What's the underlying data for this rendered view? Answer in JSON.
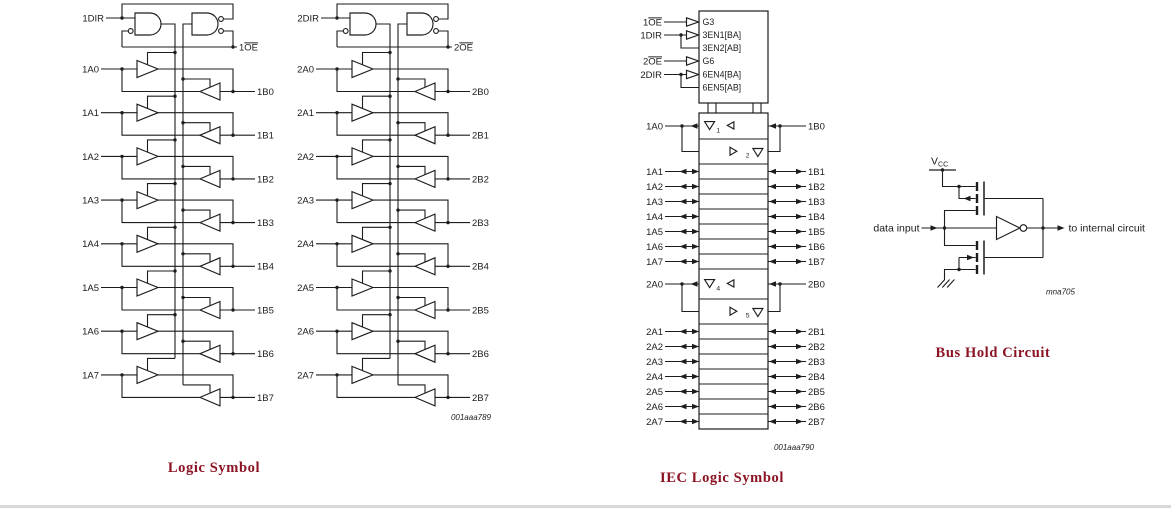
{
  "colors": {
    "line": "#1d1d1d",
    "caption": "#8b1323",
    "bottom_strip": "#d9d9d9"
  },
  "figures": {
    "logic_symbol": {
      "caption": "Logic Symbol",
      "code_label": "001aaa789",
      "blocks": [
        {
          "dir_label": "1DIR",
          "oe_prefix": "1",
          "oe_text": "OE",
          "channels": [
            {
              "a": "1A0",
              "b": "1B0"
            },
            {
              "a": "1A1",
              "b": "1B1"
            },
            {
              "a": "1A2",
              "b": "1B2"
            },
            {
              "a": "1A3",
              "b": "1B3"
            },
            {
              "a": "1A4",
              "b": "1B4"
            },
            {
              "a": "1A5",
              "b": "1B5"
            },
            {
              "a": "1A6",
              "b": "1B6"
            },
            {
              "a": "1A7",
              "b": "1B7"
            }
          ]
        },
        {
          "dir_label": "2DIR",
          "oe_prefix": "2",
          "oe_text": "OE",
          "channels": [
            {
              "a": "2A0",
              "b": "2B0"
            },
            {
              "a": "2A1",
              "b": "2B1"
            },
            {
              "a": "2A2",
              "b": "2B2"
            },
            {
              "a": "2A3",
              "b": "2B3"
            },
            {
              "a": "2A4",
              "b": "2B4"
            },
            {
              "a": "2A5",
              "b": "2B5"
            },
            {
              "a": "2A6",
              "b": "2B6"
            },
            {
              "a": "2A7",
              "b": "2B7"
            }
          ]
        }
      ]
    },
    "iec_logic_symbol": {
      "caption": "IEC Logic Symbol",
      "code_label": "001aaa790",
      "control_groups": [
        {
          "oe_label_prefix": "1",
          "oe_label_text": "OE",
          "oe_inner": "G3",
          "dir_label": "1DIR",
          "dir_inner": "3EN1[BA]",
          "bypass_inner": "3EN2[AB]"
        },
        {
          "oe_label_prefix": "2",
          "oe_label_text": "OE",
          "oe_inner": "G6",
          "dir_label": "2DIR",
          "dir_inner": "6EN4[BA]",
          "bypass_inner": "6EN5[AB]"
        }
      ],
      "cells": [
        {
          "a": "1A0",
          "b": "1B0",
          "amp_ba_num": "1",
          "amp_ab_num": "2",
          "rows": [
            {
              "a": "1A1",
              "b": "1B1"
            },
            {
              "a": "1A2",
              "b": "1B2"
            },
            {
              "a": "1A3",
              "b": "1B3"
            },
            {
              "a": "1A4",
              "b": "1B4"
            },
            {
              "a": "1A5",
              "b": "1B5"
            },
            {
              "a": "1A6",
              "b": "1B6"
            },
            {
              "a": "1A7",
              "b": "1B7"
            }
          ]
        },
        {
          "a": "2A0",
          "b": "2B0",
          "amp_ba_num": "4",
          "amp_ab_num": "5",
          "rows": [
            {
              "a": "2A1",
              "b": "2B1"
            },
            {
              "a": "2A2",
              "b": "2B2"
            },
            {
              "a": "2A3",
              "b": "2B3"
            },
            {
              "a": "2A4",
              "b": "2B4"
            },
            {
              "a": "2A5",
              "b": "2B5"
            },
            {
              "a": "2A6",
              "b": "2B6"
            },
            {
              "a": "2A7",
              "b": "2B7"
            }
          ]
        }
      ]
    },
    "bus_hold": {
      "caption": "Bus Hold Circuit",
      "code_label": "mna705",
      "vcc_label": {
        "base": "V",
        "sub": "CC"
      },
      "input_label": "data input",
      "output_label": "to internal circuit"
    }
  }
}
